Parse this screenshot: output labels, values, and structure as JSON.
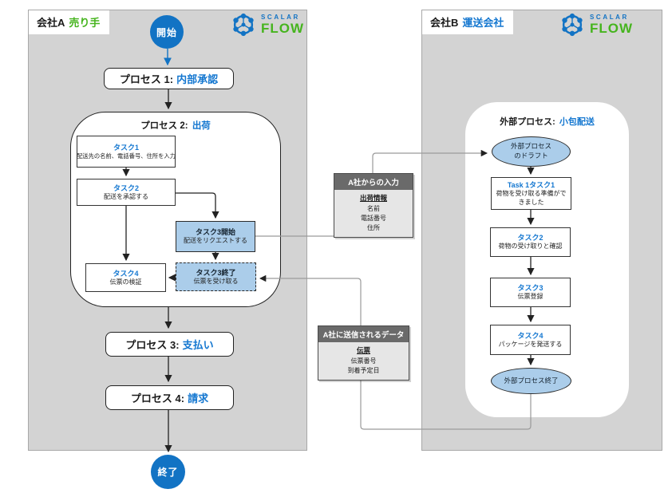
{
  "logo": {
    "top": "SCALAR",
    "bottom": "FLOW"
  },
  "colors": {
    "accent_blue": "#1273c4",
    "accent_green": "#46b41e",
    "node_fill_blue": "#abcdea",
    "panel_gray": "#d3d3d3"
  },
  "panel_a": {
    "label_company": "会社A",
    "label_role": "売り手",
    "start": "開始",
    "end": "終了",
    "process1": {
      "prefix": "プロセス 1:",
      "name": "内部承認"
    },
    "process2": {
      "prefix": "プロセス 2:",
      "name": "出荷",
      "task1": {
        "title": "タスク1",
        "body": "配送先の名前、電話番号、住所を入力"
      },
      "task2": {
        "title": "タスク2",
        "body": "配送を承認する"
      },
      "task3_start": {
        "title": "タスク3開始",
        "body": "配送をリクエストする"
      },
      "task3_end": {
        "title": "タスク3終了",
        "body": "伝票を受け取る"
      },
      "task4": {
        "title": "タスク4",
        "body": "伝票の検証"
      }
    },
    "process3": {
      "prefix": "プロセス 3:",
      "name": "支払い"
    },
    "process4": {
      "prefix": "プロセス 4:",
      "name": "請求"
    }
  },
  "panel_b": {
    "label_company": "会社B",
    "label_role": "運送会社",
    "ext_process": {
      "prefix": "外部プロセス:",
      "name": "小包配送",
      "draft_line1": "外部プロセス",
      "draft_line2": "のドラフト",
      "task1": {
        "title": "Task 1タスク1",
        "body": "荷物を受け取る準備ができました"
      },
      "task2": {
        "title": "タスク2",
        "body": "荷物の受け取りと確認"
      },
      "task3": {
        "title": "タスク3",
        "body": "伝票登録"
      },
      "task4": {
        "title": "タスク4",
        "body": "パッケージを発送する"
      },
      "end": "外部プロセス終了"
    }
  },
  "data_boxes": {
    "input": {
      "header": "A社からの入力",
      "title": "出荷情報",
      "items": [
        "名前",
        "電話番号",
        "住所"
      ]
    },
    "output": {
      "header": "A社に送信されるデータ",
      "title": "伝票",
      "items": [
        "伝票番号",
        "到着予定日"
      ]
    }
  }
}
